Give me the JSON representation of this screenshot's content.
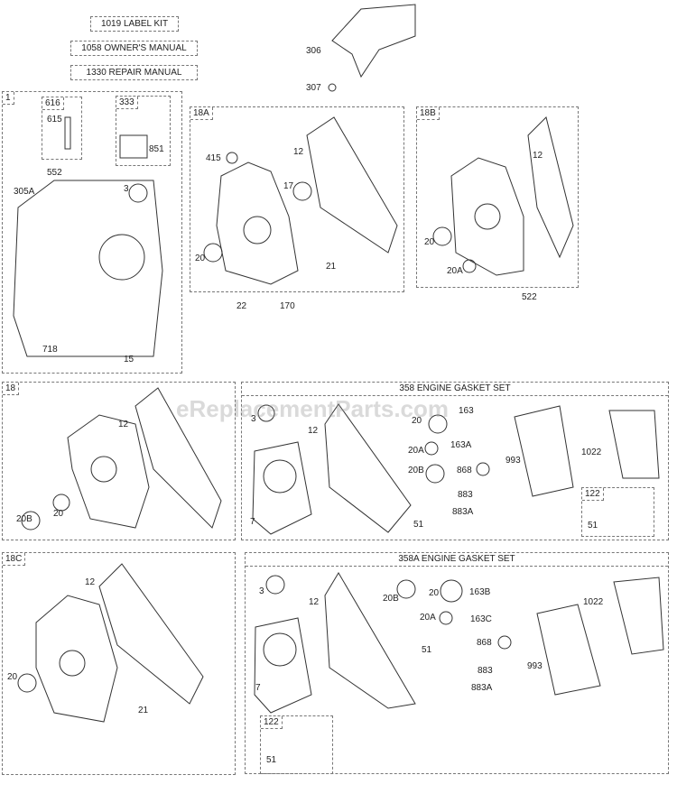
{
  "kits": [
    "1019 LABEL KIT",
    "1058 OWNER'S MANUAL",
    "1330 REPAIR MANUAL"
  ],
  "loose": [
    "306",
    "307",
    "22",
    "170",
    "522"
  ],
  "box1": {
    "tag": "1",
    "sub616": "616",
    "sub333": "333",
    "labels": [
      "615",
      "851",
      "552",
      "305A",
      "3",
      "718",
      "15"
    ]
  },
  "box18A": {
    "tag": "18A",
    "labels": [
      "415",
      "12",
      "17",
      "20",
      "21"
    ]
  },
  "box18B": {
    "tag": "18B",
    "labels": [
      "12",
      "20",
      "20A"
    ]
  },
  "box18": {
    "tag": "18",
    "labels": [
      "12",
      "20B",
      "20"
    ]
  },
  "box358": {
    "title": "358 ENGINE GASKET SET",
    "sub122": "122",
    "labels": [
      "3",
      "12",
      "7",
      "20",
      "163",
      "20A",
      "163A",
      "20B",
      "868",
      "993",
      "1022",
      "883",
      "883A",
      "51",
      "51"
    ]
  },
  "box18C": {
    "tag": "18C",
    "labels": [
      "12",
      "20",
      "21"
    ]
  },
  "box358A": {
    "title": "358A ENGINE GASKET SET",
    "sub122": "122",
    "labels": [
      "3",
      "12",
      "7",
      "20B",
      "20",
      "163B",
      "20A",
      "163C",
      "51",
      "868",
      "993",
      "1022",
      "883",
      "883A",
      "51"
    ]
  },
  "watermark": "eReplacementParts.com"
}
